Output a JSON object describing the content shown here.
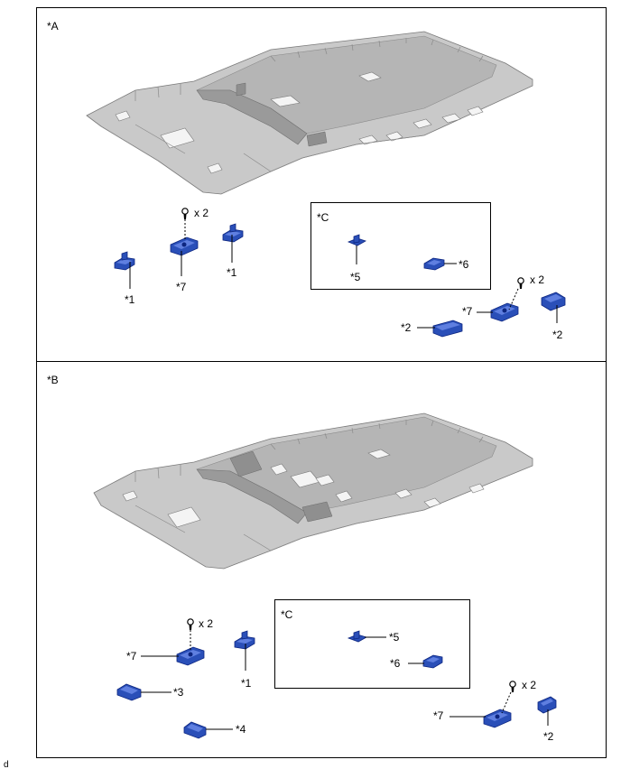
{
  "sections": {
    "a": {
      "label": "*A"
    },
    "b": {
      "label": "*B"
    },
    "c_a": {
      "label": "*C"
    },
    "c_b": {
      "label": "*C"
    }
  },
  "callouts": {
    "a": {
      "c1_left": "*1",
      "c7": "*7",
      "c1_right": "*1",
      "c5": "*5",
      "c6": "*6",
      "c2_left": "*2",
      "c7_right": "*7",
      "c2_right": "*2",
      "qty_1": "x 2",
      "qty_2": "x 2"
    },
    "b": {
      "c7": "*7",
      "c1": "*1",
      "c3": "*3",
      "c4": "*4",
      "c5": "*5",
      "c6": "*6",
      "c7_right": "*7",
      "c2": "*2",
      "qty_1": "x 2",
      "qty_2": "x 2"
    }
  },
  "footer": {
    "code": "d"
  },
  "colors": {
    "part": "#2a4fb8",
    "headliner": "#c9c9c9",
    "frame": "#000000"
  }
}
